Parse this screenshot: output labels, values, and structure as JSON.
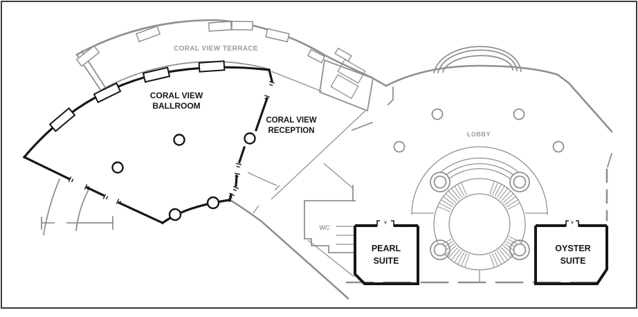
{
  "labels": {
    "terrace": "CORAL VIEW TERRACE",
    "ballroom_line1": "CORAL VIEW",
    "ballroom_line2": "BALLROOM",
    "reception_line1": "CORAL VIEW",
    "reception_line2": "RECEPTION",
    "lobby": "LOBBY",
    "wc": "WC",
    "pearl_line1": "PEARL",
    "pearl_line2": "SUITE",
    "oyster_line1": "OYSTER",
    "oyster_line2": "SUITE",
    "pearl_door_glyph": "Y",
    "oyster_door_glyph": "Y"
  },
  "colors": {
    "wall_black": "#161616",
    "plan_gray": "#8f8f8f",
    "label_gray": "#9a9a9a",
    "background": "#ffffff",
    "border": "#3a3a3a"
  }
}
